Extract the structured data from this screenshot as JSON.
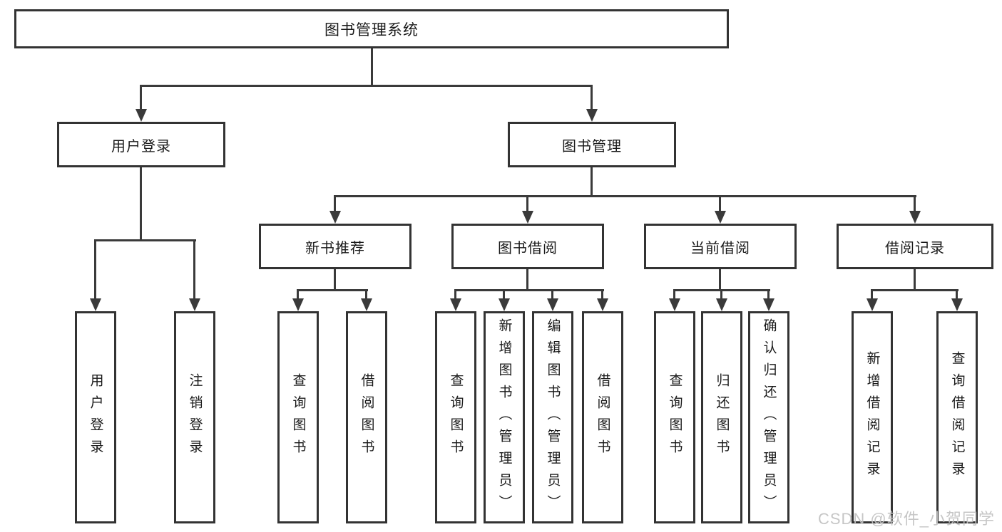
{
  "tree": {
    "label": "图书管理系统",
    "children": [
      {
        "label": "用户登录",
        "children": [
          {
            "label": "用户登录"
          },
          {
            "label": "注销登录"
          }
        ]
      },
      {
        "label": "图书管理",
        "children": [
          {
            "label": "新书推荐",
            "children": [
              {
                "label": "查询图书"
              },
              {
                "label": "借阅图书"
              }
            ]
          },
          {
            "label": "图书借阅",
            "children": [
              {
                "label": "查询图书"
              },
              {
                "label": "新增图书（管理员）"
              },
              {
                "label": "编辑图书（管理员）"
              },
              {
                "label": "借阅图书"
              }
            ]
          },
          {
            "label": "当前借阅",
            "children": [
              {
                "label": "查询图书"
              },
              {
                "label": "归还图书"
              },
              {
                "label": "确认归还（管理员）"
              }
            ]
          },
          {
            "label": "借阅记录",
            "children": [
              {
                "label": "新增借阅记录"
              },
              {
                "label": "查询借阅记录"
              }
            ]
          }
        ]
      }
    ]
  },
  "watermark": {
    "text": "CSDN @软件_小贺同学"
  },
  "colors": {
    "line": "#3a3a3a",
    "box_border": "#333333",
    "background": "#ffffff",
    "text": "#1a1a1a",
    "watermark": "#c2c2c2"
  }
}
